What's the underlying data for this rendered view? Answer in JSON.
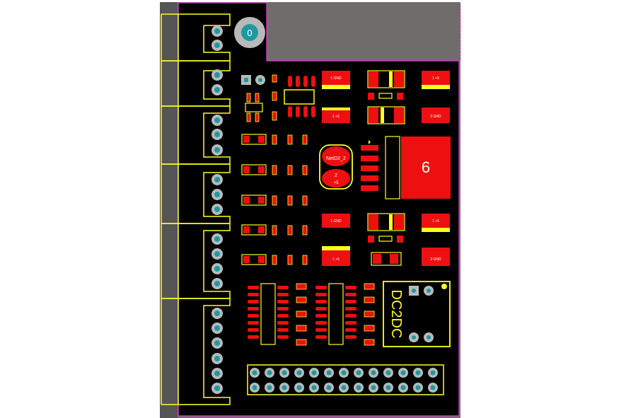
{
  "colors": {
    "background": "#ffffff",
    "workspace": "#6f6c6c",
    "board": "#000000",
    "outline": "#e040e0",
    "silkscreen": "#ffff20",
    "copper": "#ee1010",
    "drill": "#1a9aa0",
    "pad_metal": "#b9b9b9"
  },
  "labels": {
    "mounting_hole": "0",
    "regulator": "6",
    "dcdc": "DC2DC",
    "ellipse_top": "NetD2_2",
    "ellipse_bottom_num": "2",
    "ellipse_bottom_sign": "+5",
    "cap_left_top_a": "1 GND",
    "cap_left_top_b": "1 +5",
    "cap_right_top_a": "1 +5",
    "cap_right_top_b": "2 GND",
    "cap_left_bot_a": "1 GND",
    "cap_left_bot_b": "1 +5",
    "cap_right_bot_a": "1 +5",
    "cap_right_bot_b": "2 GND"
  }
}
